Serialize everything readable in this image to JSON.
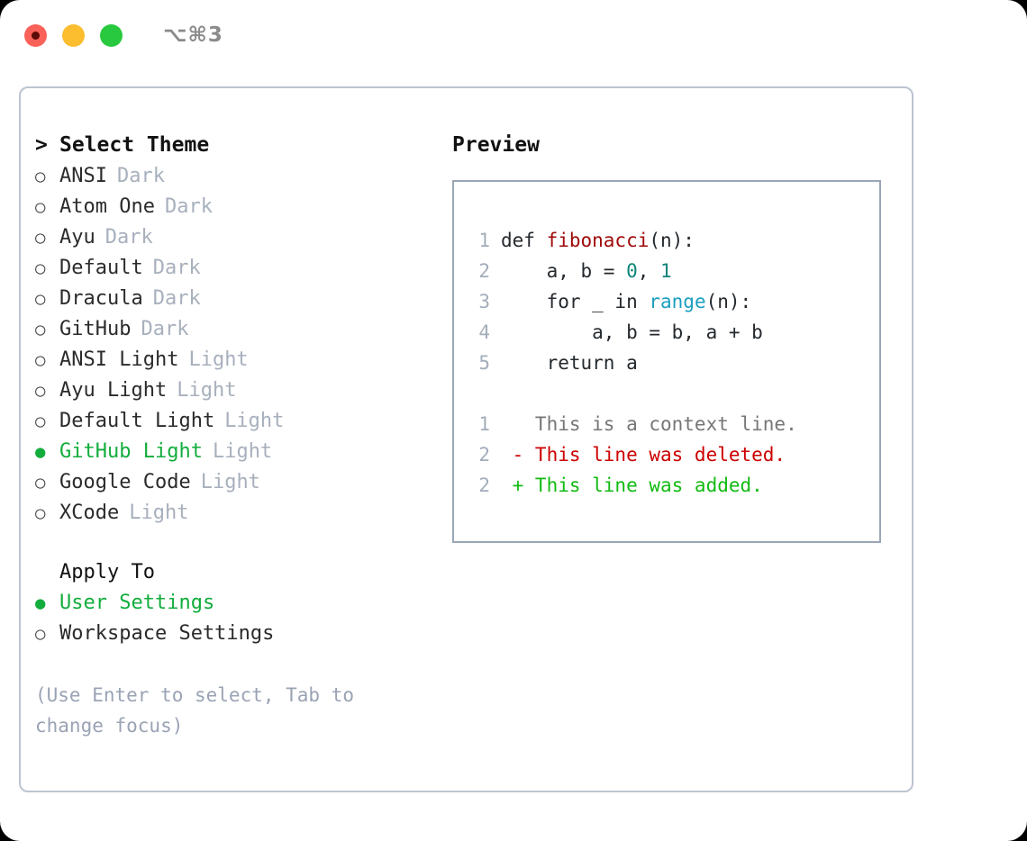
{
  "titlebar": {
    "shortcut": "⌥⌘3",
    "lights": [
      "close",
      "minimize",
      "zoom"
    ]
  },
  "theme_picker": {
    "caret": ">",
    "title": "Select Theme",
    "bullet_off": "○",
    "bullet_on": "●",
    "items": [
      {
        "name": "ANSI",
        "kind": "Dark",
        "selected": false
      },
      {
        "name": "Atom One",
        "kind": "Dark",
        "selected": false
      },
      {
        "name": "Ayu",
        "kind": "Dark",
        "selected": false
      },
      {
        "name": "Default",
        "kind": "Dark",
        "selected": false
      },
      {
        "name": "Dracula",
        "kind": "Dark",
        "selected": false
      },
      {
        "name": "GitHub",
        "kind": "Dark",
        "selected": false
      },
      {
        "name": "ANSI Light",
        "kind": "Light",
        "selected": false
      },
      {
        "name": "Ayu Light",
        "kind": "Light",
        "selected": false
      },
      {
        "name": "Default Light",
        "kind": "Light",
        "selected": false
      },
      {
        "name": "GitHub Light",
        "kind": "Light",
        "selected": true
      },
      {
        "name": "Google Code",
        "kind": "Light",
        "selected": false
      },
      {
        "name": "XCode",
        "kind": "Light",
        "selected": false
      }
    ]
  },
  "apply_to": {
    "title": "Apply To",
    "options": [
      {
        "name": "User Settings",
        "selected": true
      },
      {
        "name": "Workspace Settings",
        "selected": false
      }
    ]
  },
  "hint": "(Use Enter to select, Tab to change focus)",
  "preview": {
    "title": "Preview",
    "code_lines": [
      {
        "no": "1",
        "segments": [
          {
            "text": "def ",
            "tok": "plain"
          },
          {
            "text": "fibonacci",
            "tok": "fn"
          },
          {
            "text": "(n):",
            "tok": "plain"
          }
        ]
      },
      {
        "no": "2",
        "segments": [
          {
            "text": "    a, b = ",
            "tok": "plain"
          },
          {
            "text": "0",
            "tok": "num"
          },
          {
            "text": ", ",
            "tok": "plain"
          },
          {
            "text": "1",
            "tok": "num"
          }
        ]
      },
      {
        "no": "3",
        "segments": [
          {
            "text": "    for _ in ",
            "tok": "plain"
          },
          {
            "text": "range",
            "tok": "call"
          },
          {
            "text": "(n):",
            "tok": "plain"
          }
        ]
      },
      {
        "no": "4",
        "segments": [
          {
            "text": "        a, b = b, a + b",
            "tok": "plain"
          }
        ]
      },
      {
        "no": "5",
        "segments": [
          {
            "text": "    return a",
            "tok": "plain"
          }
        ]
      }
    ],
    "diff_lines": [
      {
        "no": "1",
        "marker": " ",
        "text": "This is a context line.",
        "kind": "context"
      },
      {
        "no": "2",
        "marker": "-",
        "text": "This line was deleted.",
        "kind": "deleted"
      },
      {
        "no": "2",
        "marker": "+",
        "text": "This line was added.",
        "kind": "added"
      }
    ]
  },
  "colors": {
    "accent_green": "#12ad3c",
    "muted": "#a8b0bd",
    "hint": "#9aa3b4",
    "border": "#bcc4d0",
    "code_border": "#9aa6b6",
    "fn_red": "#a00a0a",
    "num_teal": "#0d857a",
    "call_blue": "#1a9fc0",
    "diff_del": "#cc0000",
    "diff_add": "#12bb12"
  }
}
